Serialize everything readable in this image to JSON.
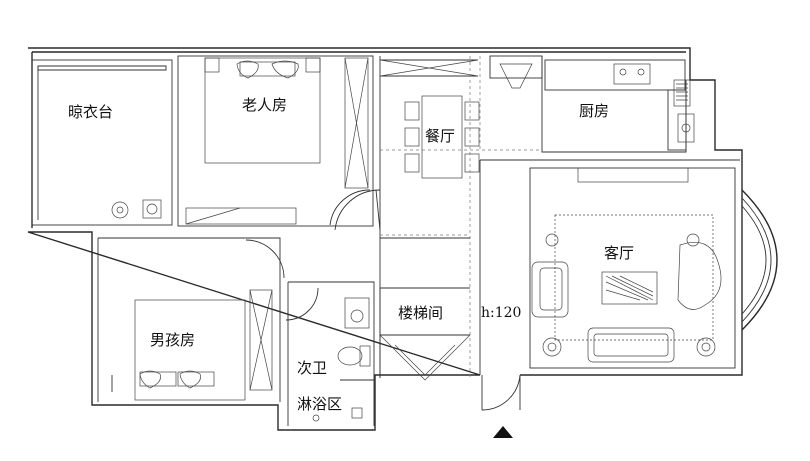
{
  "floor_plan": {
    "rooms": {
      "drying_balcony": "晾衣台",
      "elderly_bedroom": "老人房",
      "dining_room": "餐厅",
      "kitchen": "厨房",
      "living_room": "客厅",
      "boys_bedroom": "男孩房",
      "stairwell": "楼梯间",
      "secondary_bath": "次卫",
      "shower_area": "淋浴区"
    },
    "stair_height": "h:120"
  }
}
